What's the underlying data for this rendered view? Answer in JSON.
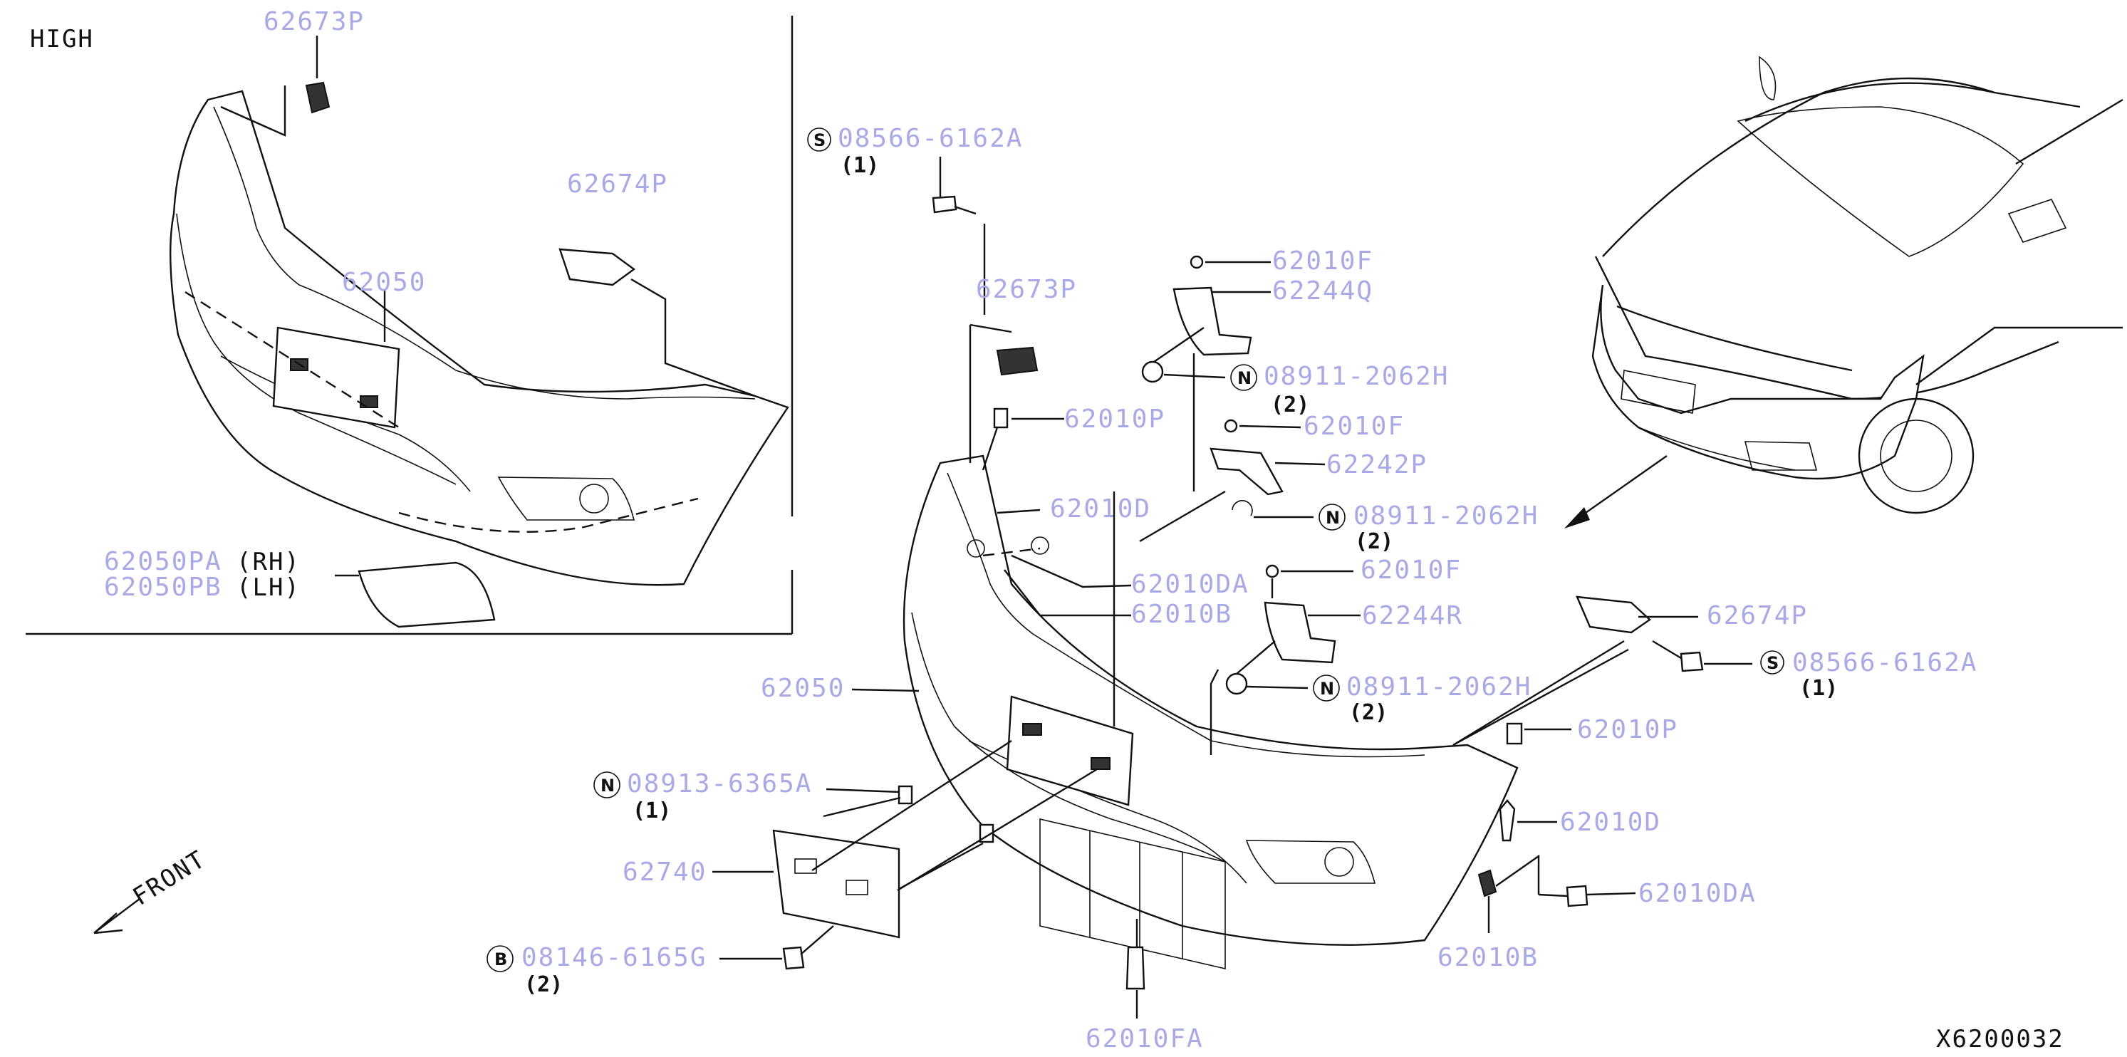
{
  "variant_label": "HIGH",
  "diagram_code": "X6200032",
  "front_label": "FRONT",
  "inset": {
    "label_62673P": "62673P",
    "label_62674P": "62674P",
    "label_62050": "62050",
    "label_62050PA": "62050PA",
    "label_62050PA_side": "(RH)",
    "label_62050PB": "62050PB",
    "label_62050PB_side": "(LH)"
  },
  "callouts": {
    "screw_top": {
      "symbol": "S",
      "part": "08566-6162A",
      "qty": "(1)"
    },
    "clip_62673P": "62673P",
    "f1": "62010F",
    "q244": "62244Q",
    "nut1": {
      "symbol": "N",
      "part": "08911-2062H",
      "qty": "(2)"
    },
    "p1": "62010P",
    "f2": "62010F",
    "p242": "62242P",
    "d1": "62010D",
    "nut2": {
      "symbol": "N",
      "part": "08911-2062H",
      "qty": "(2)"
    },
    "f3": "62010F",
    "da1": "62010DA",
    "b1": "62010B",
    "r244": "62244R",
    "main_62050": "62050",
    "nut3": {
      "symbol": "N",
      "part": "08911-2062H",
      "qty": "(2)"
    },
    "p674": "62674P",
    "screw_right": {
      "symbol": "S",
      "part": "08566-6162A",
      "qty": "(1)"
    },
    "p2": "62010P",
    "nut_plate": {
      "symbol": "N",
      "part": "08913-6365A",
      "qty": "(1)"
    },
    "d2": "62010D",
    "plate_62740": "62740",
    "da2": "62010DA",
    "bolt": {
      "symbol": "B",
      "part": "08146-6165G",
      "qty": "(2)"
    },
    "b2": "62010B",
    "fa": "62010FA"
  }
}
